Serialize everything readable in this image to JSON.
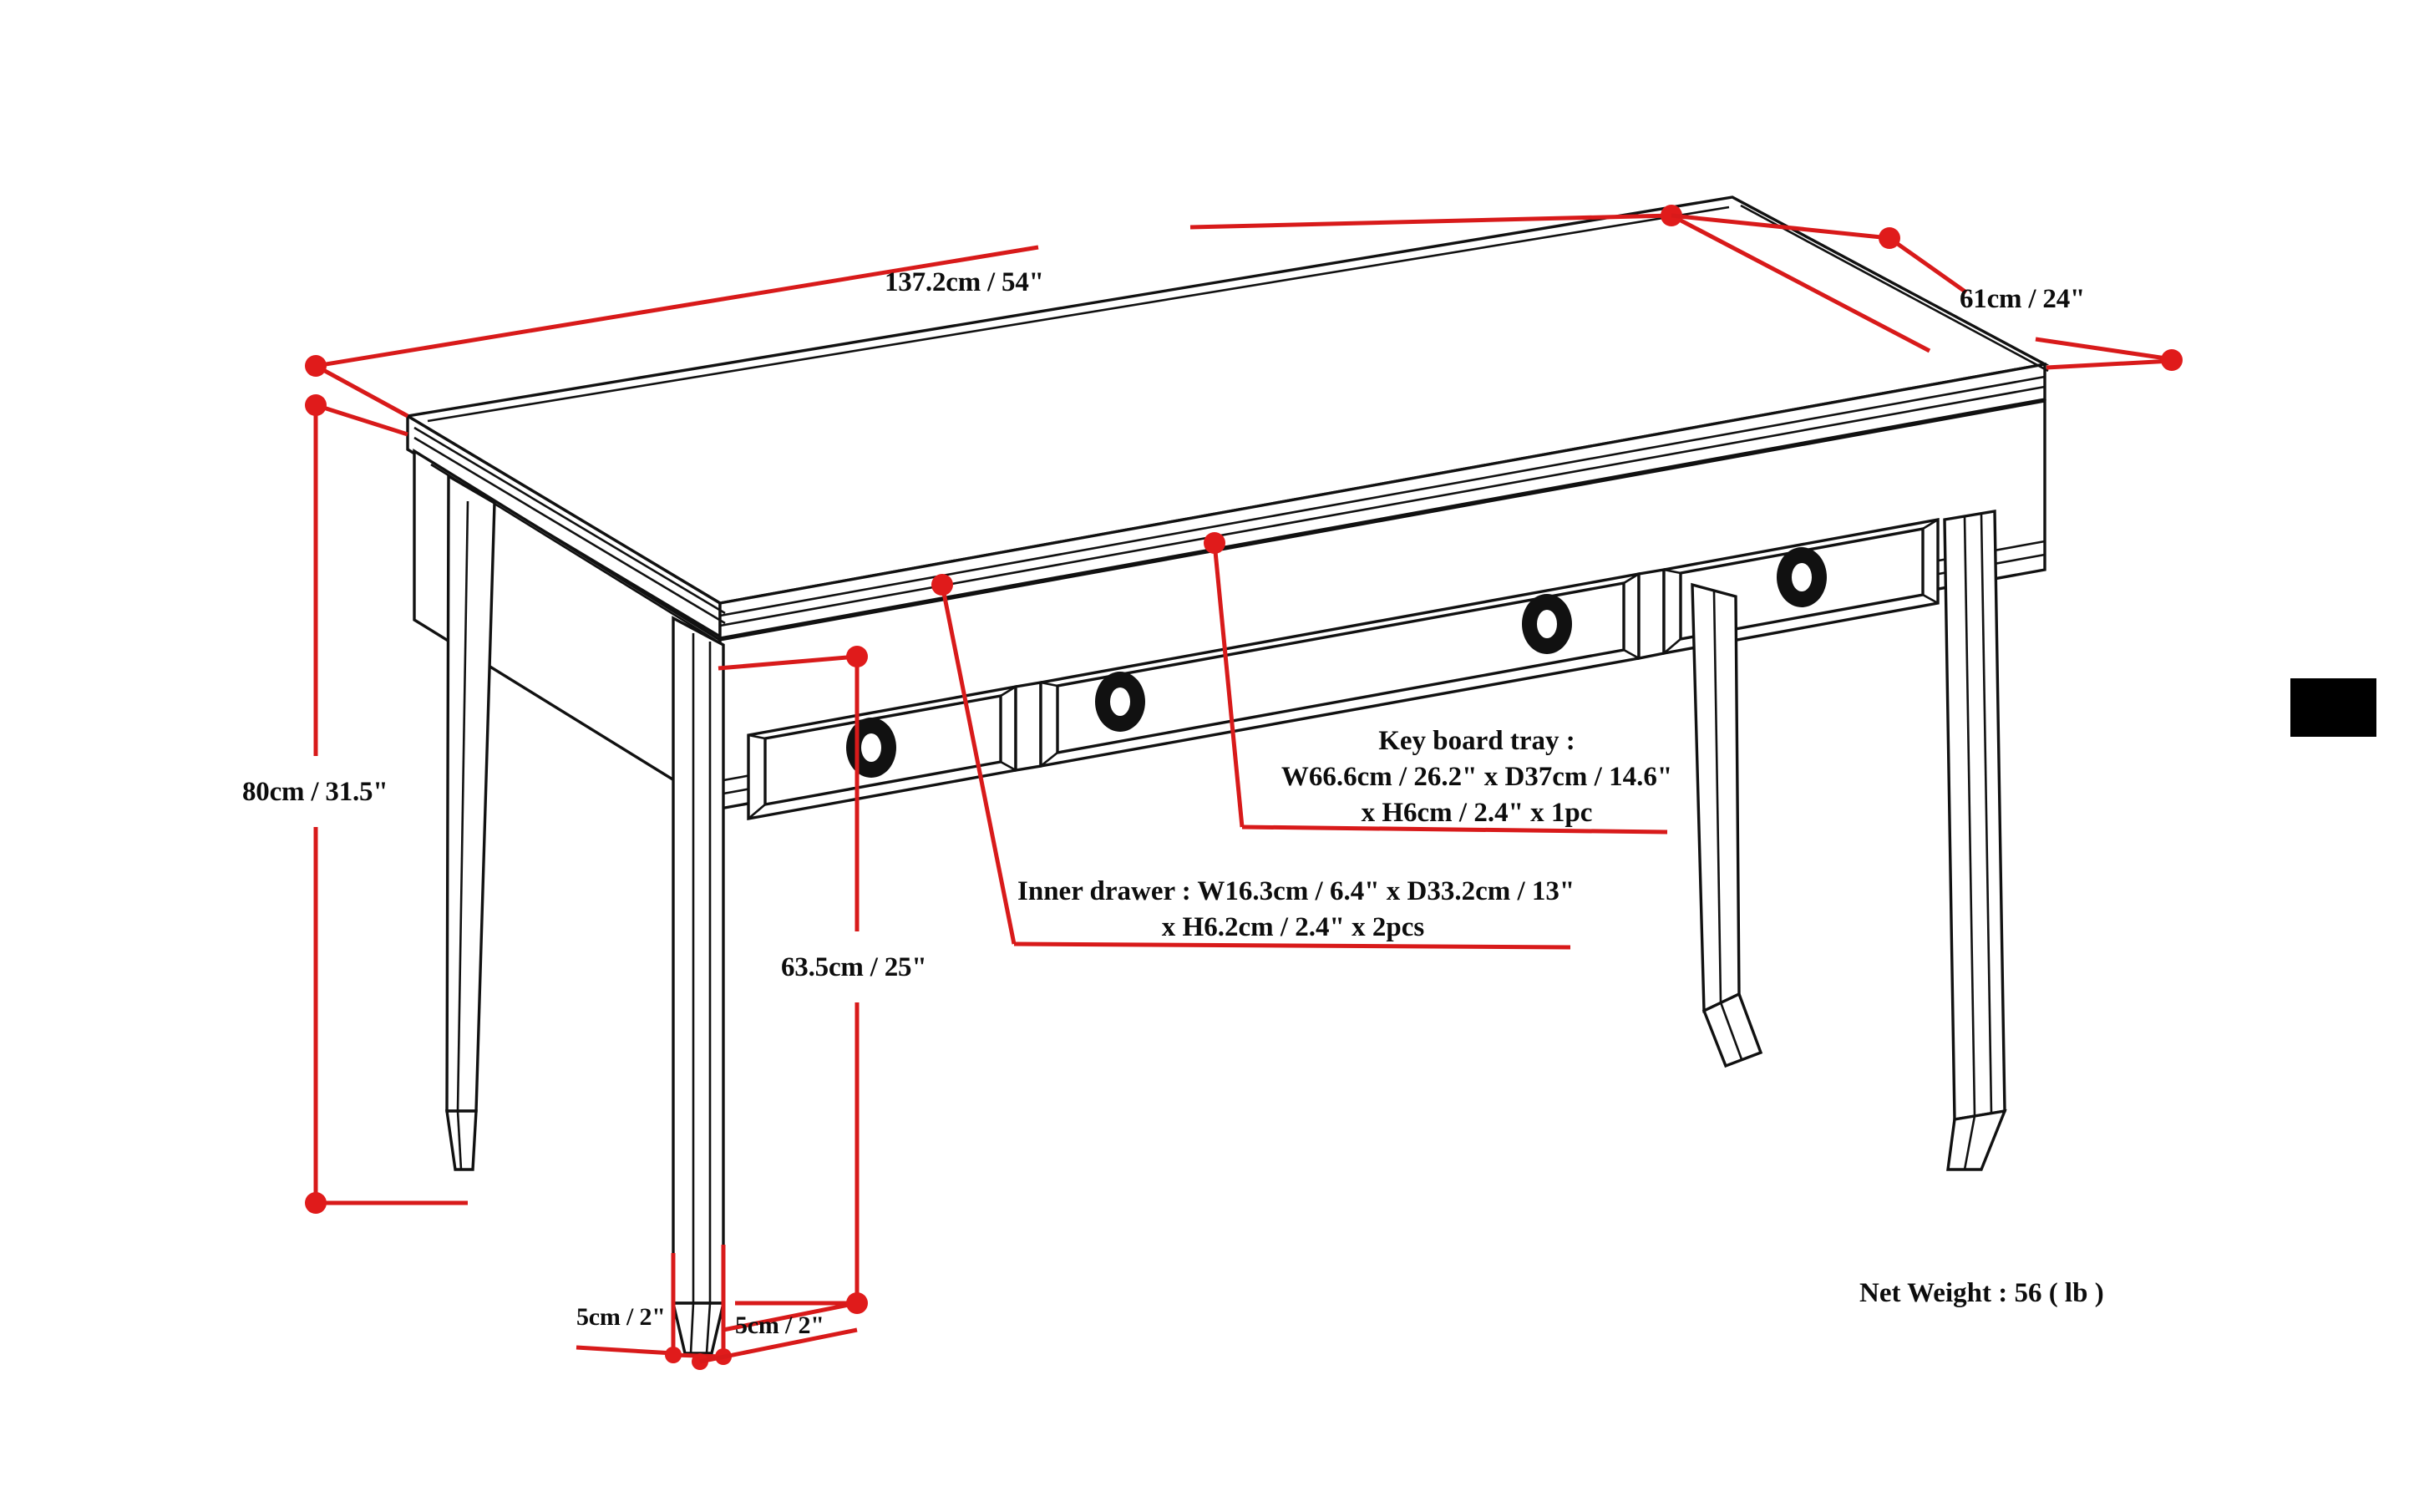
{
  "title": "Writing Desk Dimension Diagram",
  "colors": {
    "dimension_line": "#d81a1a",
    "dimension_dot": "#e01b1b",
    "outline": "#111111",
    "background": "#ffffff",
    "text": "#0d0d0d"
  },
  "dimensions": {
    "width": {
      "label": "137.2cm / 54\"",
      "cm": 137.2,
      "inch": 54,
      "axis": "width"
    },
    "depth": {
      "label": "61cm / 24\"",
      "cm": 61,
      "inch": 24,
      "axis": "depth"
    },
    "height": {
      "label": "80cm / 31.5\"",
      "cm": 80,
      "inch": 31.5,
      "axis": "height"
    },
    "clearance": {
      "label": "63.5cm / 25\"",
      "cm": 63.5,
      "inch": 25,
      "axis": "leg-clearance"
    },
    "leg_front": {
      "label": "5cm / 2\"",
      "cm": 5,
      "inch": 2,
      "axis": "leg-thickness"
    },
    "leg_side": {
      "label": "5cm / 2\"",
      "cm": 5,
      "inch": 2,
      "axis": "leg-thickness"
    }
  },
  "notes": {
    "keyboard_tray": {
      "line1": "Key board tray :",
      "line2": "W66.6cm / 26.2\" x D37cm / 14.6\"",
      "line3": "x H6cm / 2.4\" x 1pc"
    },
    "inner_drawer": {
      "line1": "Inner drawer : W16.3cm / 6.4\" x D33.2cm / 13\"",
      "line2": "x H6.2cm / 2.4\" x 2pcs"
    }
  },
  "net_weight": {
    "label": "Net Weight : 56 ( lb )",
    "value": 56,
    "unit": "lb"
  },
  "product": {
    "type": "writing desk / console table",
    "drawers": 2,
    "knobs": 2,
    "legs": 4
  }
}
